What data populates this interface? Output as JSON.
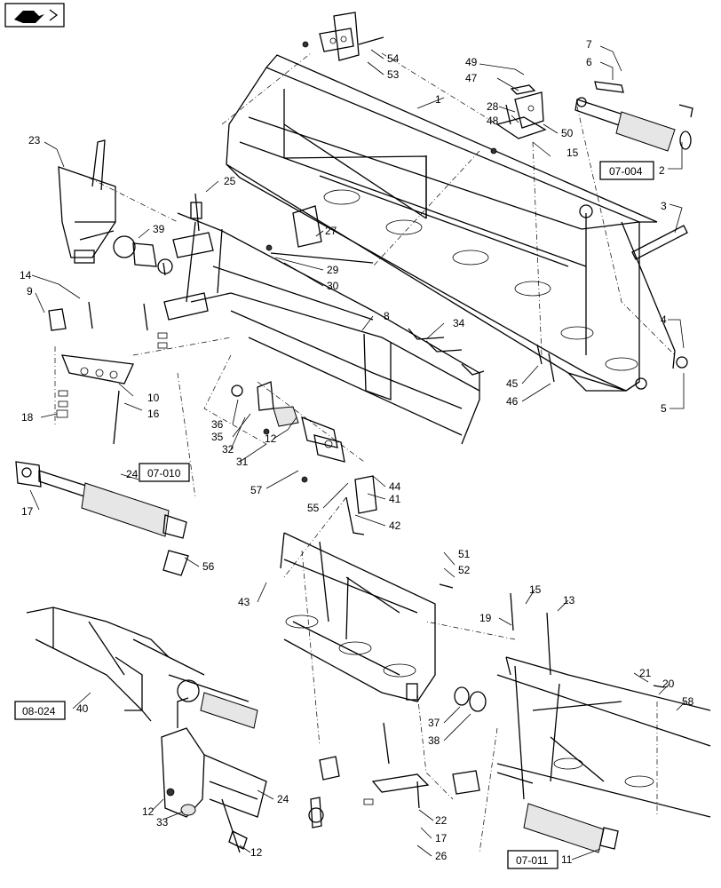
{
  "callouts": [
    "1",
    "2",
    "3",
    "4",
    "5",
    "6",
    "7",
    "8",
    "9",
    "10",
    "11",
    "12",
    "12",
    "12",
    "13",
    "14",
    "15",
    "15",
    "16",
    "17",
    "17",
    "18",
    "19",
    "20",
    "21",
    "22",
    "23",
    "24",
    "24",
    "25",
    "26",
    "27",
    "28",
    "29",
    "30",
    "31",
    "32",
    "33",
    "34",
    "35",
    "36",
    "37",
    "38",
    "39",
    "40",
    "41",
    "42",
    "43",
    "44",
    "45",
    "46",
    "47",
    "48",
    "49",
    "50",
    "51",
    "52",
    "53",
    "54",
    "55",
    "56",
    "57",
    "58",
    "1"
  ],
  "references": [
    "07-004",
    "07-010",
    "08-024",
    "07-011"
  ],
  "toolbar": {
    "icon": "nav-arrow-icon"
  }
}
